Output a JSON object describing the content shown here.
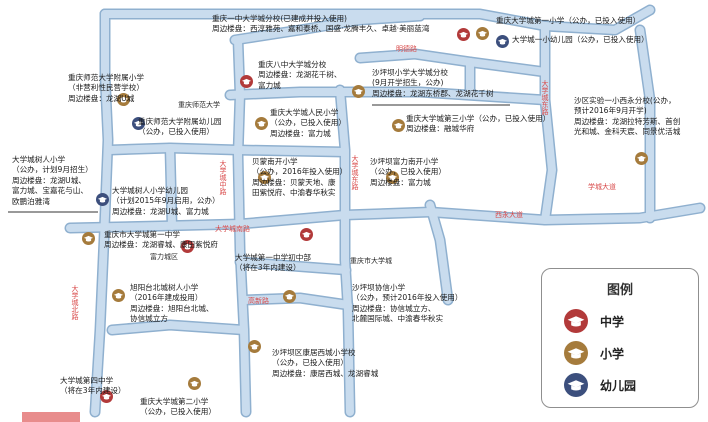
{
  "legend": {
    "title": "图例",
    "items": [
      {
        "label": "中学",
        "icon": "middle-school-icon",
        "color": "#b23a3a"
      },
      {
        "label": "小学",
        "icon": "primary-school-icon",
        "color": "#a57b3c"
      },
      {
        "label": "幼儿园",
        "icon": "kindergarten-icon",
        "color": "#3c4f7d"
      }
    ]
  },
  "colors": {
    "road": "#c9dcee",
    "road_outline": "#8fb0cf",
    "road_label": "#d94b4b",
    "middle_school": "#b23a3a",
    "primary_school": "#a57b3c",
    "kindergarten": "#3c4f7d"
  },
  "roads": {
    "r1": "明德路",
    "r2": "学城大道",
    "r3": "西永大道",
    "r4": "大学城南路",
    "r5": "大学城中路",
    "r6": "大学城东路",
    "r7": "高新路",
    "r8": "大学城北路"
  },
  "areas": {
    "a1": "重庆师范大学",
    "a2": "富力城区",
    "a3": "重庆市大学城"
  },
  "labels": {
    "l1": [
      "重庆一中大学城分校(已建成并投入使用)",
      "周边楼盘：西淳雅苑、嘉和泰桥、国盛·龙腾丰久、卓越·美丽蓝湾"
    ],
    "l2": [
      "重庆大学城第一小学（公办，已投入使用）"
    ],
    "l3": [
      "大学城一小幼儿园（公办，已投入使用）"
    ],
    "l4": [
      "重庆师范大学附属小学",
      "（非营利性民营学校）",
      "周边楼盘：龙湖U城"
    ],
    "l5": [
      "重庆八中大学城分校",
      "周边楼盘：龙湖花千树、",
      "富力城"
    ],
    "l6": [
      "沙坪坝小学大学城分校",
      "(9月开学招生，公办)",
      "周边楼盘：龙湖东桥郡、龙湖花千树"
    ],
    "l7": [
      "沙区实验一小西永分校(公办，",
      "预计2016年9月开学)",
      "周边楼盘：龙湖拉特芳斯、首创",
      "光和城、金科天宸、同景优活城"
    ],
    "l8": [
      "重庆师范大学附属幼儿园",
      "（公办，已投入使用）"
    ],
    "l9": [
      "重庆大学城人民小学",
      "（公办，已投入使用）",
      "周边楼盘：富力城"
    ],
    "l10": [
      "重庆大学城第三小学（公办，已投入使用）",
      "周边楼盘：融城华府"
    ],
    "l11": [
      "大学城树人小学",
      "（公办，计划9月招生）",
      "周边楼盘：龙湖U城、",
      "富力城、宝嘉花与山、",
      "欧鹏泊雅湾"
    ],
    "l12": [
      "大学城树人小学幼儿园",
      "（计划2015年9月启用，公办）",
      "周边楼盘：龙湖U城、富力城"
    ],
    "l13": [
      "贝蒙南开小学",
      "（公办，2016年投入使用）",
      "周边楼盘：贝蒙天地、康",
      "田紫悦府、中渝春华秋实"
    ],
    "l14": [
      "沙坪坝富力南开小学",
      "（公办，已投入使用）",
      "周边楼盘：富力城"
    ],
    "l15": [
      "重庆市大学城第一中学",
      "周边楼盘：龙湖睿城、康田紫悦府"
    ],
    "l16": [
      "大学城第一中学初中部",
      "（将在3年内建设）"
    ],
    "l17": [
      "沙坪坝协信小学",
      "（公办，预计2016年投入使用）",
      "周边楼盘：协信城立方、",
      "北麓国际城、中渝春华秋实"
    ],
    "l18": [
      "旭阳台北城树人小学",
      "（2016年建成投用）",
      "周边楼盘：旭阳台北城、",
      "协信城立方"
    ],
    "l19": [
      "沙坪坝区康居西城小学校",
      "（公办，已投入使用）",
      "周边楼盘：康居西城、龙湖睿城"
    ],
    "l20": [
      "大学城第四中学",
      "（将在3年内建设）"
    ],
    "l21": [
      "重庆大学城第二小学",
      "（公办，已投入使用）"
    ]
  }
}
